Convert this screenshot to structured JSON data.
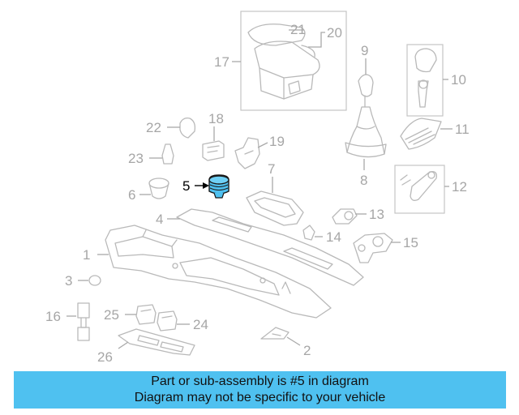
{
  "diagram": {
    "callouts": [
      "1",
      "2",
      "3",
      "4",
      "5",
      "6",
      "7",
      "8",
      "9",
      "10",
      "11",
      "12",
      "13",
      "14",
      "15",
      "16",
      "17",
      "18",
      "19",
      "20",
      "21",
      "22",
      "23",
      "24",
      "25",
      "26"
    ],
    "highlighted_part": "5",
    "highlight_color": "#4fc1f0",
    "line_color": "#b9b9b9"
  },
  "banner": {
    "line1": "Part or sub-assembly is #5 in diagram",
    "line2": "Diagram may not be specific to your vehicle",
    "background": "#4fc1f0"
  }
}
